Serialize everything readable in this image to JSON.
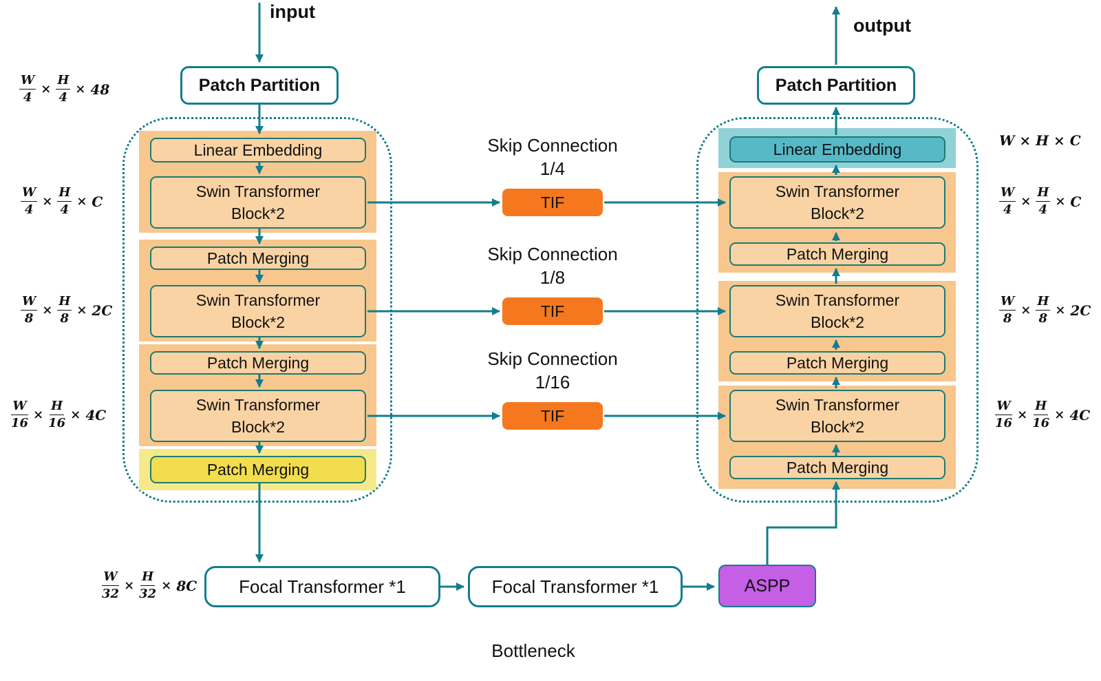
{
  "colors": {
    "teal": "#117D8D",
    "box_border": "#1C7A72",
    "orange_group": "#F7C78E",
    "orange_box": "#FAD3A4",
    "tif_orange": "#F5781E",
    "yellow_group": "#F6E98A",
    "yellow_box": "#F1DD4E",
    "cyan_group": "#90D2D8",
    "cyan_box": "#57B8C6",
    "purple": "#C55FE6",
    "text": "#111111"
  },
  "labels": {
    "input": "input",
    "output": "output",
    "bottleneck": "Bottleneck",
    "times": "×"
  },
  "boxes": {
    "patch_partition": "Patch Partition",
    "linear_embedding": "Linear Embedding",
    "swin_line1": "Swin Transformer",
    "swin_line2": "Block*2",
    "patch_merging": "Patch Merging",
    "tif": "TIF",
    "focal_transformer": "Focal Transformer *1",
    "aspp": "ASPP"
  },
  "skip_connections": [
    {
      "label": "Skip Connection",
      "ratio": "1/4"
    },
    {
      "label": "Skip Connection",
      "ratio": "1/8"
    },
    {
      "label": "Skip Connection",
      "ratio": "1/16"
    }
  ],
  "annotations": {
    "enc_input": {
      "n1": "W",
      "d1": "4",
      "n2": "H",
      "d2": "4",
      "tail": "48"
    },
    "enc_stage1": {
      "n1": "W",
      "d1": "4",
      "n2": "H",
      "d2": "4",
      "tail": "C"
    },
    "enc_stage2": {
      "n1": "W",
      "d1": "8",
      "n2": "H",
      "d2": "8",
      "tail": "2C"
    },
    "enc_stage3": {
      "n1": "W",
      "d1": "16",
      "n2": "H",
      "d2": "16",
      "tail": "4C"
    },
    "bottleneck": {
      "n1": "W",
      "d1": "32",
      "n2": "H",
      "d2": "32",
      "tail": "8C"
    },
    "dec_output": {
      "plain": "W × H × C"
    },
    "dec_stage1": {
      "n1": "W",
      "d1": "4",
      "n2": "H",
      "d2": "4",
      "tail": "C"
    },
    "dec_stage2": {
      "n1": "W",
      "d1": "8",
      "n2": "H",
      "d2": "8",
      "tail": "2C"
    },
    "dec_stage3": {
      "n1": "W",
      "d1": "16",
      "n2": "H",
      "d2": "16",
      "tail": "4C"
    }
  }
}
